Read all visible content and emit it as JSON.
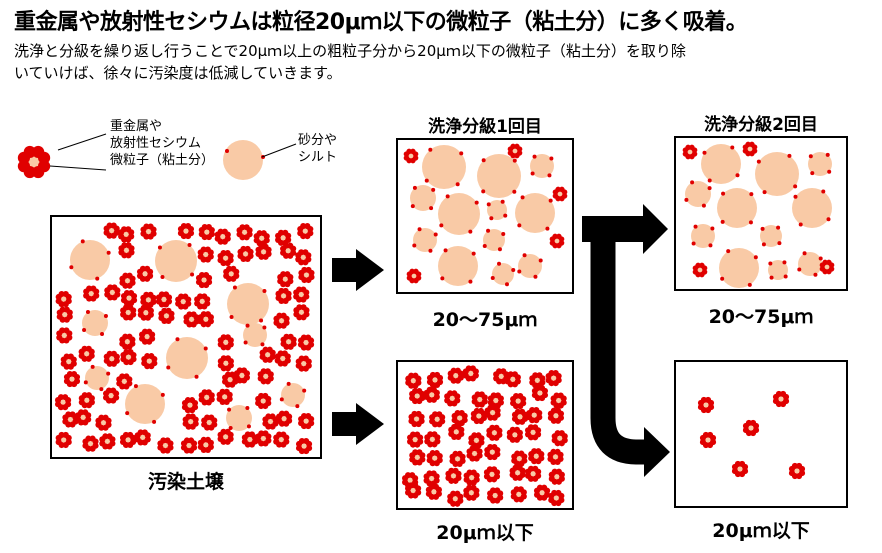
{
  "title": "重金属や放射性セシウムは粒径20μｍ以下の微粒子（粘土分）に多く吸着。",
  "subtitle_lines": [
    "洗浄と分級を繰り返し行うことで20μｍ以上の粗粒子分から20μｍ以下の微粒子（粘土分）を取り除",
    "いていけば、徐々に汚染度は低減していきます。"
  ],
  "legend": {
    "fine_label_lines": [
      "重金属や",
      "放射性セシウム",
      "微粒子（粘土分）"
    ],
    "sand_label_lines": [
      "砂分や",
      "シルト"
    ]
  },
  "soil_label": "汚染土壌",
  "stage1": {
    "heading": "洗浄分級1回目",
    "coarse_label": "20～75μｍ",
    "fine_label": "20μｍ以下"
  },
  "stage2": {
    "heading": "洗浄分級2回目",
    "coarse_label": "20～75μｍ",
    "fine_label": "20μｍ以下"
  },
  "colors": {
    "contaminant": "#e00000",
    "particle": "#f9caa6",
    "arrow": "#000000"
  }
}
